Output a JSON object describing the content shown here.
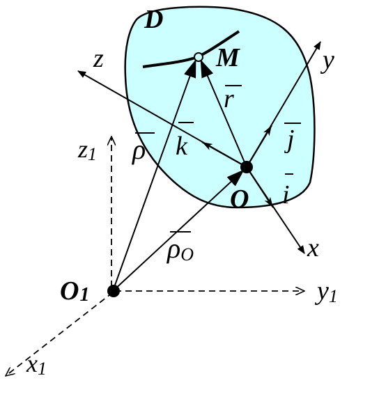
{
  "diagram": {
    "body_label": "D",
    "point_label": "M",
    "moving_origin_label": "O",
    "fixed_origin_label": "O",
    "fixed_origin_subscript": "1",
    "axes": {
      "moving": {
        "x": "x",
        "y": "y",
        "z": "z"
      },
      "fixed": {
        "x": "x",
        "x_sub": "1",
        "y": "y",
        "y_sub": "1",
        "z": "z",
        "z_sub": "1"
      }
    },
    "unit_vectors": {
      "i": "i",
      "j": "j",
      "k": "k"
    },
    "vectors": {
      "r": "r",
      "rho": "ρ",
      "rho_o": "ρ",
      "rho_o_sub": "O"
    },
    "colors": {
      "body_fill": "#ccffff",
      "ink": "#000000"
    }
  }
}
